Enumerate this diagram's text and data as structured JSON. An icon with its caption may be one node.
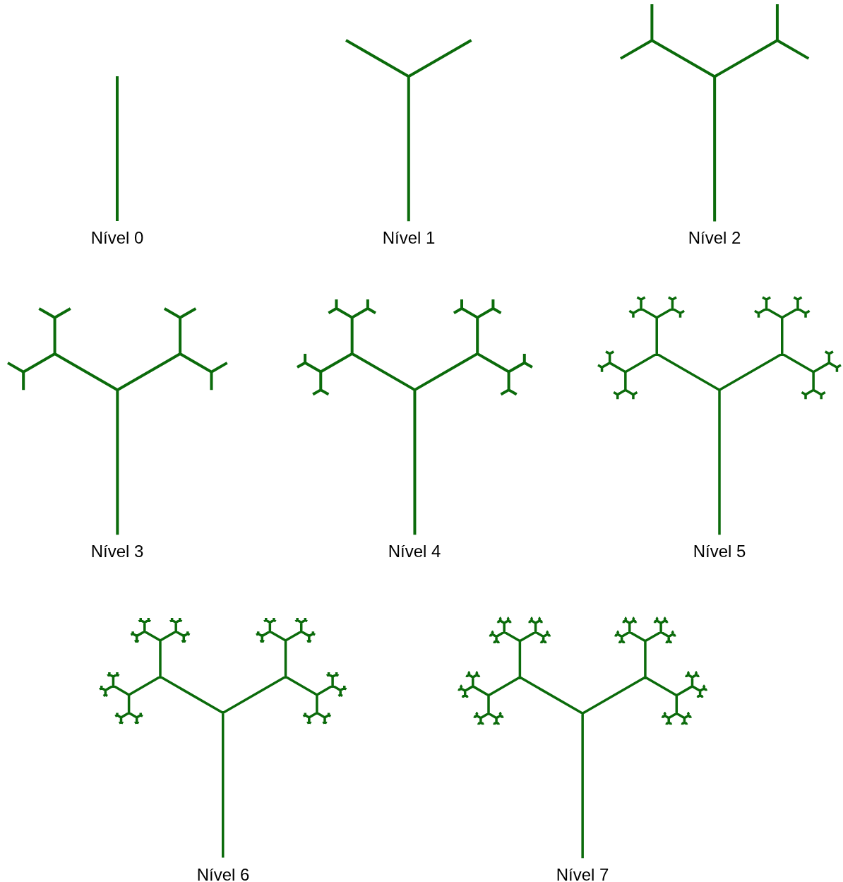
{
  "diagram": {
    "labels": [
      "Nível 0",
      "Nível 1",
      "Nível 2",
      "Nível 3",
      "Nível 4",
      "Nível 5",
      "Nível 6",
      "Nível 7"
    ]
  }
}
